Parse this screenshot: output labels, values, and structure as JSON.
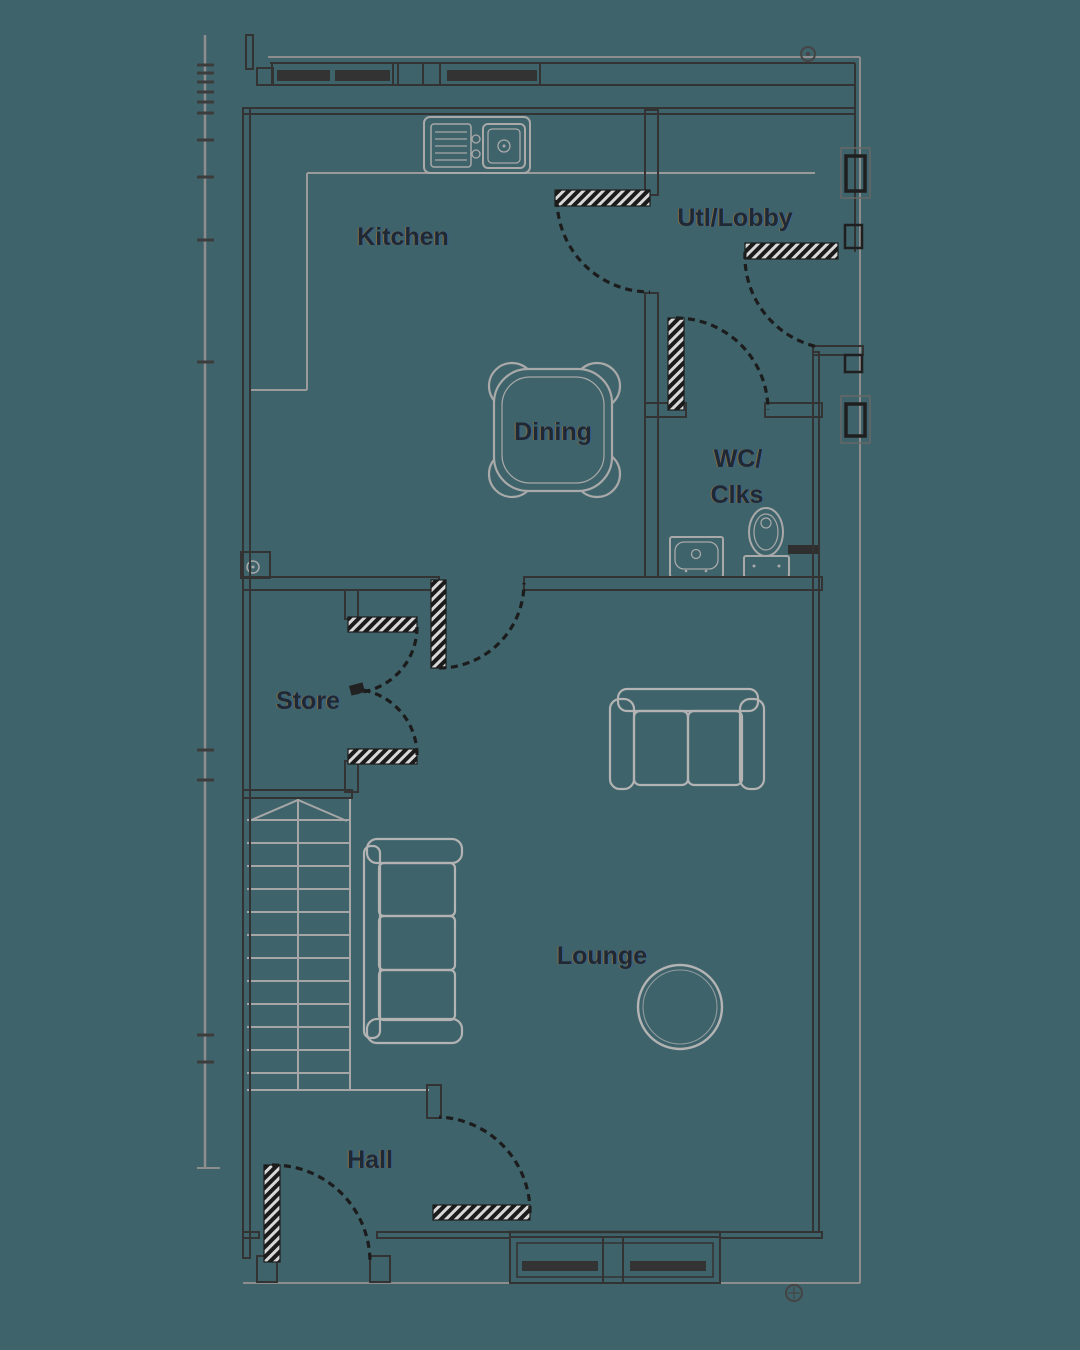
{
  "plan": {
    "rooms": {
      "kitchen": {
        "label": "Kitchen"
      },
      "utl_lobby": {
        "label": "Utl/Lobby"
      },
      "dining": {
        "label": "Dining"
      },
      "wc": {
        "label_line1": "WC/",
        "label_line2": "Clks"
      },
      "store": {
        "label": "Store"
      },
      "lounge": {
        "label": "Lounge"
      },
      "hall": {
        "label": "Hall"
      }
    },
    "colors": {
      "background": "#3e636b",
      "wall_dark": "#333333",
      "wall_outer": "#8d8d8d",
      "counter_gray": "#9a9a9a",
      "fixture_gray": "#a9a9a9",
      "furniture_gray": "#b3b3b3",
      "stair_gray": "#a6a6a6",
      "door_dark": "#1c1c1c",
      "label_color": "#1f2835"
    }
  }
}
